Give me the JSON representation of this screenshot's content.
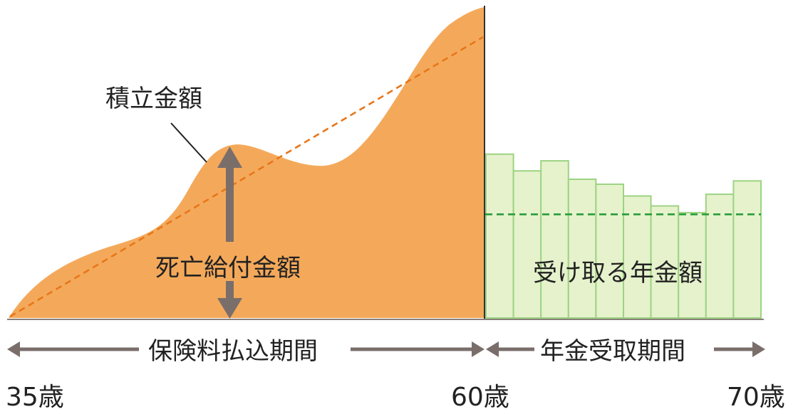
{
  "labels": {
    "accumulated": "積立金額",
    "death_benefit": "死亡給付金額",
    "received_pension": "受け取る年金額",
    "payment_period": "保険料払込期間",
    "receipt_period": "年金受取期間",
    "age_start": "35歳",
    "age_mid": "60歳",
    "age_end": "70歳"
  },
  "pension_bars": {
    "values": [
      0.98,
      0.88,
      0.94,
      0.83,
      0.8,
      0.73,
      0.67,
      0.63,
      0.74,
      0.82
    ],
    "average": 0.62
  },
  "colors": {
    "accumulation_fill": "#f4a95a",
    "trend_line": "#e8761a",
    "bar_fill": "#e5f2cc",
    "bar_stroke": "#9dd383",
    "average_line": "#2a9d3a",
    "arrow_gray": "#7a6e6b",
    "axis": "#8a7e7b"
  }
}
